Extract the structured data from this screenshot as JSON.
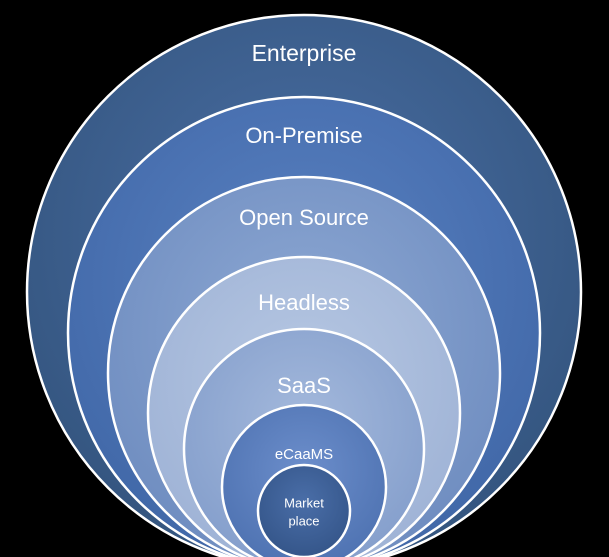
{
  "diagram": {
    "rings": [
      {
        "label": "Enterprise",
        "color": "#3d5f90"
      },
      {
        "label": "On-Premise",
        "color": "#4a70ad"
      },
      {
        "label": "Open Source",
        "color": "#7b98c6"
      },
      {
        "label": "Headless",
        "color": "#a2b6d6"
      },
      {
        "label": "SaaS",
        "color": "#8ea6cf"
      },
      {
        "label": "eCaaMS",
        "color": "#5a7dba"
      },
      {
        "label_lines": [
          "Market",
          "place"
        ],
        "color": "#3d5f90"
      }
    ],
    "stroke_color": "#ffffff",
    "background": "#000000"
  }
}
